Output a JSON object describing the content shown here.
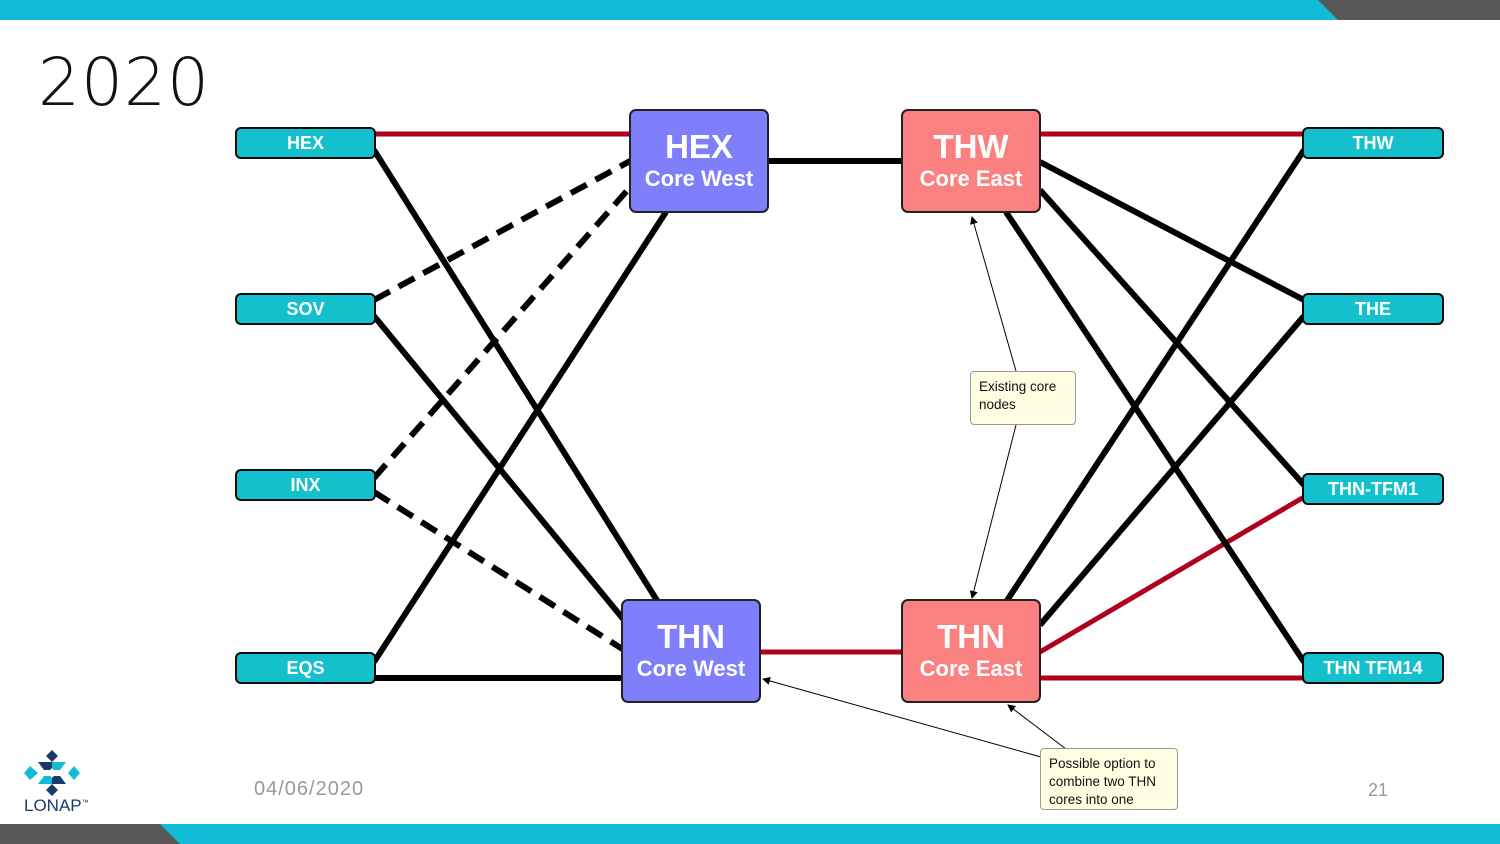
{
  "title": "2020",
  "sites_left": [
    "HEX",
    "SOV",
    "INX",
    "EQS"
  ],
  "sites_right": [
    "THW",
    "THE",
    "THN-TFM1",
    "THN TFM14"
  ],
  "cores": {
    "hex_west": {
      "name": "HEX",
      "sub": "Core West"
    },
    "thw_east": {
      "name": "THW",
      "sub": "Core East"
    },
    "thn_west": {
      "name": "THN",
      "sub": "Core West"
    },
    "thn_east": {
      "name": "THN",
      "sub": "Core East"
    }
  },
  "notes": {
    "existing": "Existing core nodes",
    "option": "Possible option to combine two THN cores into one"
  },
  "footer": {
    "date": "04/06/2020",
    "page": "21",
    "logo": "LONAP",
    "tm": "™"
  },
  "colors": {
    "teal": "#12bcd8",
    "grey_bar": "#585858",
    "site": "#13c0cc",
    "west": "#7f7ffb",
    "east": "#fb8080",
    "red_link": "#b0001e",
    "black_link": "#000000"
  }
}
